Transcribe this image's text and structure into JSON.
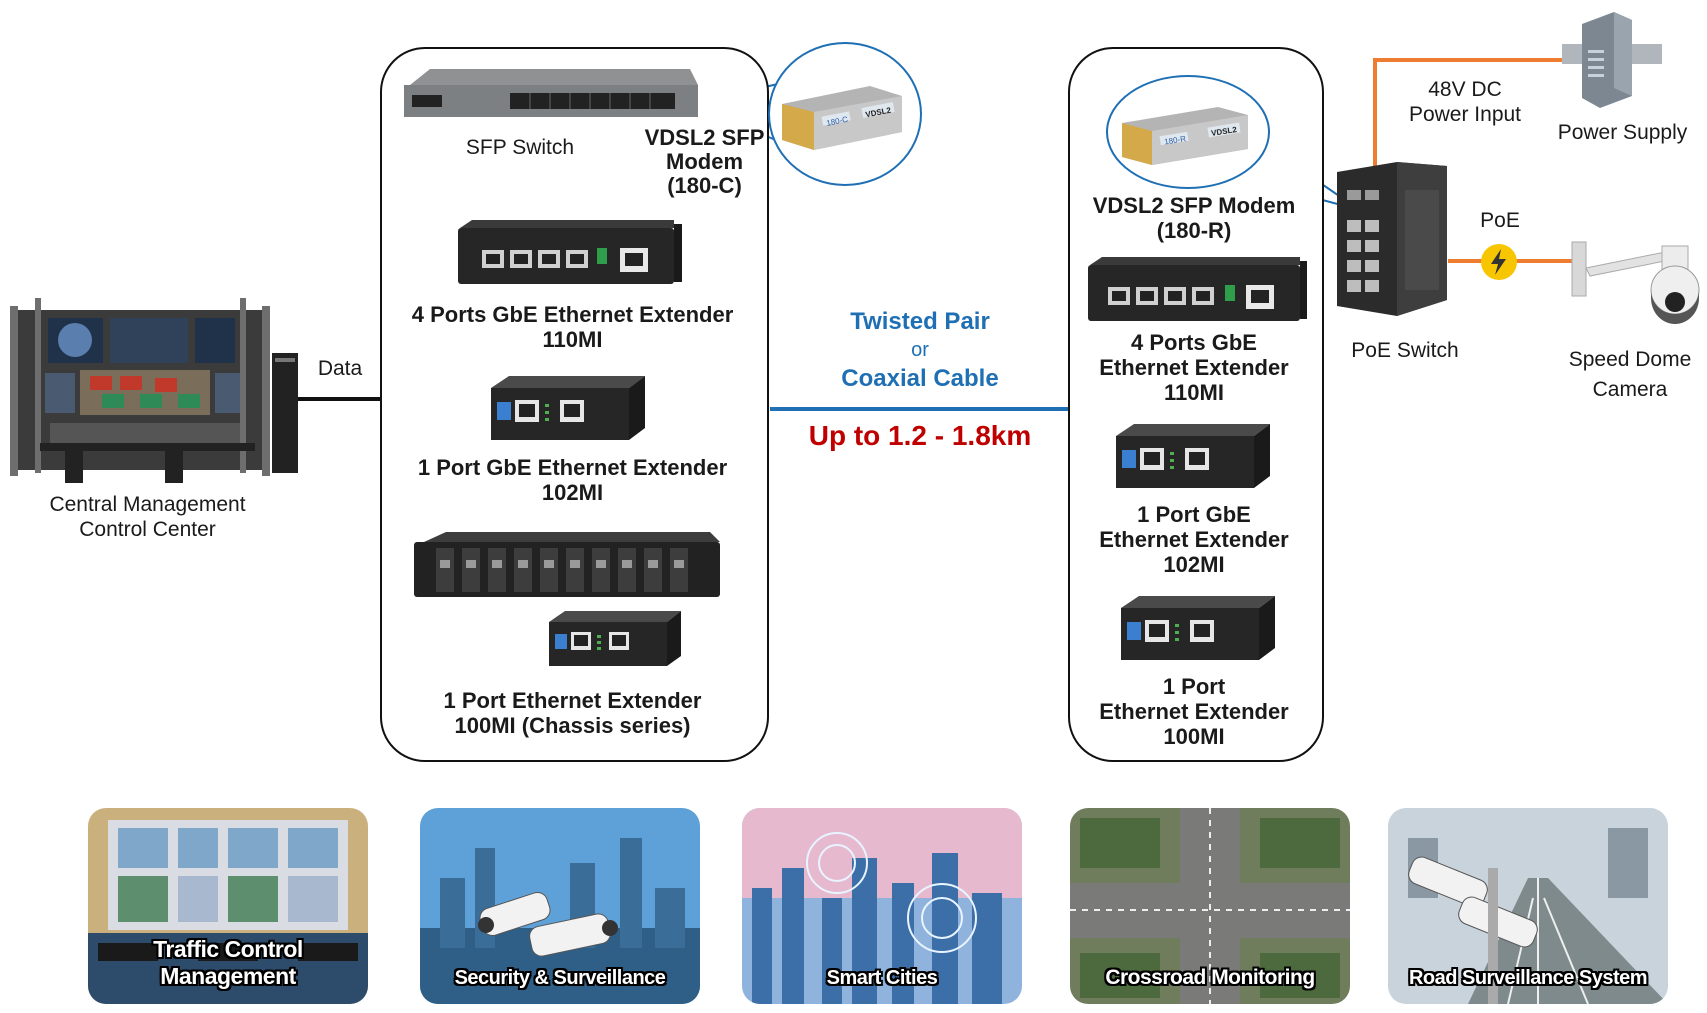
{
  "control_center": {
    "label_line1": "Central Management",
    "label_line2": "Control Center",
    "data_label": "Data"
  },
  "central_box": {
    "sfp_switch_label": "SFP Switch",
    "sfp_modem_line1": "VDSL2 SFP",
    "sfp_modem_line2": "Modem",
    "sfp_modem_line3": "(180-C)",
    "sfp_module_code": "180-C",
    "sfp_module_brand": "VDSL2",
    "ext4_line1": "4 Ports GbE Ethernet Extender",
    "ext4_line2": "110MI",
    "ext1g_line1": "1 Port GbE Ethernet Extender",
    "ext1g_line2": "102MI",
    "ext100_line1": "1 Port Ethernet Extender",
    "ext100_line2": "100MI (Chassis series)"
  },
  "link": {
    "medium_line1": "Twisted Pair",
    "medium_or": "or",
    "medium_line2": "Coaxial Cable",
    "distance": "Up to 1.2 - 1.8km"
  },
  "remote_box": {
    "sfp_modem_line1": "VDSL2 SFP Modem",
    "sfp_modem_line2": "(180-R)",
    "sfp_module_code": "180-R",
    "sfp_module_brand": "VDSL2",
    "ext4_line1": "4 Ports GbE",
    "ext4_line2": "Ethernet Extender",
    "ext4_line3": "110MI",
    "ext1g_line1": "1 Port GbE",
    "ext1g_line2": "Ethernet Extender",
    "ext1g_line3": "102MI",
    "ext100_line1": "1 Port",
    "ext100_line2": "Ethernet Extender",
    "ext100_line3": "100MI"
  },
  "edge": {
    "power_input_line1": "48V DC",
    "power_input_line2": "Power Input",
    "power_supply_label": "Power Supply",
    "poe_label": "PoE",
    "poe_switch_label": "PoE Switch",
    "camera_line1": "Speed Dome",
    "camera_line2": "Camera"
  },
  "applications": [
    {
      "label": "Traffic Control Management"
    },
    {
      "label": "Security & Surveillance"
    },
    {
      "label": "Smart Cities"
    },
    {
      "label": "Crossroad Monitoring"
    },
    {
      "label": "Road Surveillance System"
    }
  ],
  "colors": {
    "link_blue": "#1f6fb4",
    "distance_red": "#c00000",
    "power_orange": "#ee7d31",
    "poe_yellow": "#f7c600"
  }
}
